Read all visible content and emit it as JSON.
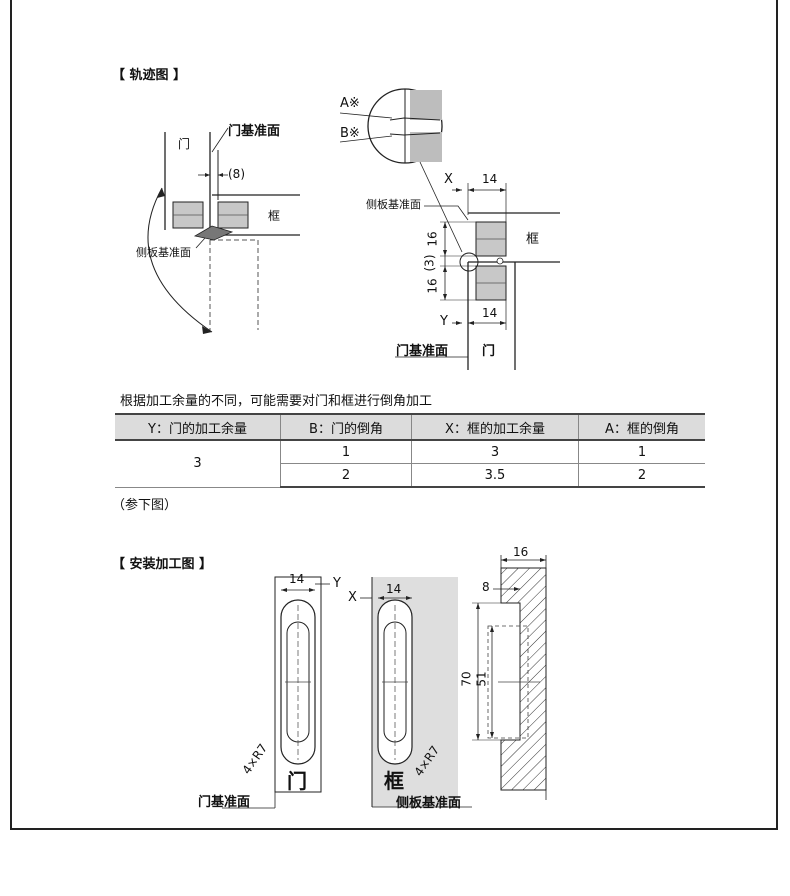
{
  "trajectory": {
    "title": "【 轨迹图 】",
    "door": "门",
    "door_ref": "门基准面",
    "dim_8": "(8)",
    "frame": "框",
    "side_ref": "侧板基准面"
  },
  "detail": {
    "a_mark": "A※",
    "b_mark": "B※",
    "x": "X",
    "dim_14_top": "14",
    "side_ref": "侧板基准面",
    "dim_16a": "16",
    "dim_3": "(3)",
    "dim_16b": "16",
    "frame": "框",
    "y": "Y",
    "dim_14_bot": "14",
    "door_ref": "门基准面",
    "door": "门"
  },
  "note": "根据加工余量的不同，可能需要对门和框进行倒角加工",
  "table": {
    "headers": [
      "Y：门的加工余量",
      "B：门的倒角",
      "X：框的加工余量",
      "A：框的倒角"
    ],
    "y_value": "3",
    "rows": [
      {
        "b": "1",
        "x": "3",
        "a": "1"
      },
      {
        "b": "2",
        "x": "3.5",
        "a": "2"
      }
    ]
  },
  "see_below": "（参下图）",
  "install": {
    "title": "【  安装加工图 】",
    "door_dim_14": "14",
    "door_y": "Y",
    "door_r": "4×R7",
    "door_char": "门",
    "door_ref": "门基准面",
    "frame_x": "X",
    "frame_dim_14": "14",
    "frame_r": "4×R7",
    "frame_char": "框",
    "side_ref": "侧板基准面",
    "sec_16": "16",
    "sec_8": "8",
    "sec_70": "70",
    "sec_51": "51"
  },
  "colors": {
    "line": "#222222",
    "hinge_fill": "#c8c8c8",
    "frame_bg": "#dedede",
    "header_bg": "#dcdcdc"
  }
}
